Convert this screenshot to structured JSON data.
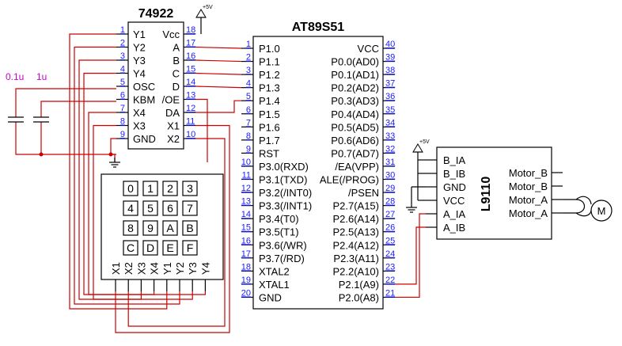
{
  "chips": {
    "encoder": {
      "title": "74922",
      "left_pins": [
        {
          "num": "1",
          "label": "Y1"
        },
        {
          "num": "2",
          "label": "Y2"
        },
        {
          "num": "3",
          "label": "Y3"
        },
        {
          "num": "4",
          "label": "Y4"
        },
        {
          "num": "5",
          "label": "OSC"
        },
        {
          "num": "6",
          "label": "KBM"
        },
        {
          "num": "7",
          "label": "X4"
        },
        {
          "num": "8",
          "label": "X3"
        },
        {
          "num": "9",
          "label": "GND"
        }
      ],
      "right_pins": [
        {
          "num": "18",
          "label": "Vcc"
        },
        {
          "num": "17",
          "label": "A"
        },
        {
          "num": "16",
          "label": "B"
        },
        {
          "num": "15",
          "label": "C"
        },
        {
          "num": "14",
          "label": "D"
        },
        {
          "num": "13",
          "label": "/OE"
        },
        {
          "num": "12",
          "label": "DA"
        },
        {
          "num": "11",
          "label": "X1"
        },
        {
          "num": "10",
          "label": "X2"
        }
      ]
    },
    "mcu": {
      "title": "AT89S51",
      "left_pins": [
        {
          "num": "1",
          "label": "P1.0"
        },
        {
          "num": "2",
          "label": "P1.1"
        },
        {
          "num": "3",
          "label": "P1.2"
        },
        {
          "num": "4",
          "label": "P1.3"
        },
        {
          "num": "5",
          "label": "P1.4"
        },
        {
          "num": "6",
          "label": "P1.5"
        },
        {
          "num": "7",
          "label": "P1.6"
        },
        {
          "num": "8",
          "label": "P1.7"
        },
        {
          "num": "9",
          "label": "RST"
        },
        {
          "num": "10",
          "label": "P3.0(RXD)"
        },
        {
          "num": "11",
          "label": "P3.1(TXD)"
        },
        {
          "num": "12",
          "label": "P3.2(/INT0)"
        },
        {
          "num": "13",
          "label": "P3.3(/INT1)"
        },
        {
          "num": "14",
          "label": "P3.4(T0)"
        },
        {
          "num": "15",
          "label": "P3.5(T1)"
        },
        {
          "num": "16",
          "label": "P3.6(/WR)"
        },
        {
          "num": "17",
          "label": "P3.7(/RD)"
        },
        {
          "num": "18",
          "label": "XTAL2"
        },
        {
          "num": "19",
          "label": "XTAL1"
        },
        {
          "num": "20",
          "label": "GND"
        }
      ],
      "right_pins": [
        {
          "num": "40",
          "label": "VCC"
        },
        {
          "num": "39",
          "label": "P0.0(AD0)"
        },
        {
          "num": "38",
          "label": "P0.1(AD1)"
        },
        {
          "num": "37",
          "label": "P0.2(AD2)"
        },
        {
          "num": "36",
          "label": "P0.3(AD3)"
        },
        {
          "num": "35",
          "label": "P0.4(AD4)"
        },
        {
          "num": "34",
          "label": "P0.5(AD5)"
        },
        {
          "num": "33",
          "label": "P0.6(AD6)"
        },
        {
          "num": "32",
          "label": "P0.7(AD7)"
        },
        {
          "num": "31",
          "label": "/EA(VPP)"
        },
        {
          "num": "30",
          "label": "ALE(/PROG)"
        },
        {
          "num": "29",
          "label": "/PSEN"
        },
        {
          "num": "28",
          "label": "P2.7(A15)"
        },
        {
          "num": "27",
          "label": "P2.6(A14)"
        },
        {
          "num": "26",
          "label": "P2.5(A13)"
        },
        {
          "num": "25",
          "label": "P2.4(A12)"
        },
        {
          "num": "24",
          "label": "P2.3(A11)"
        },
        {
          "num": "23",
          "label": "P2.2(A10)"
        },
        {
          "num": "22",
          "label": "P2.1(A9)"
        },
        {
          "num": "21",
          "label": "P2.0(A8)"
        }
      ]
    },
    "driver": {
      "title": "L9110",
      "left_pins": [
        "B_IA",
        "B_IB",
        "GND",
        "VCC",
        "A_IA",
        "A_IB"
      ],
      "right_pins": [
        "Motor_B",
        "Motor_B",
        "Motor_A",
        "Motor_A"
      ]
    }
  },
  "keypad": {
    "keys": [
      [
        "0",
        "1",
        "2",
        "3"
      ],
      [
        "4",
        "5",
        "6",
        "7"
      ],
      [
        "8",
        "9",
        "A",
        "B"
      ],
      [
        "C",
        "D",
        "E",
        "F"
      ]
    ],
    "pins": [
      "X1",
      "X2",
      "X3",
      "X4",
      "Y1",
      "Y2",
      "Y3",
      "Y4"
    ]
  },
  "capacitors": [
    "0.1u",
    "1u"
  ],
  "power_label": "+5V",
  "motor_label": "M"
}
